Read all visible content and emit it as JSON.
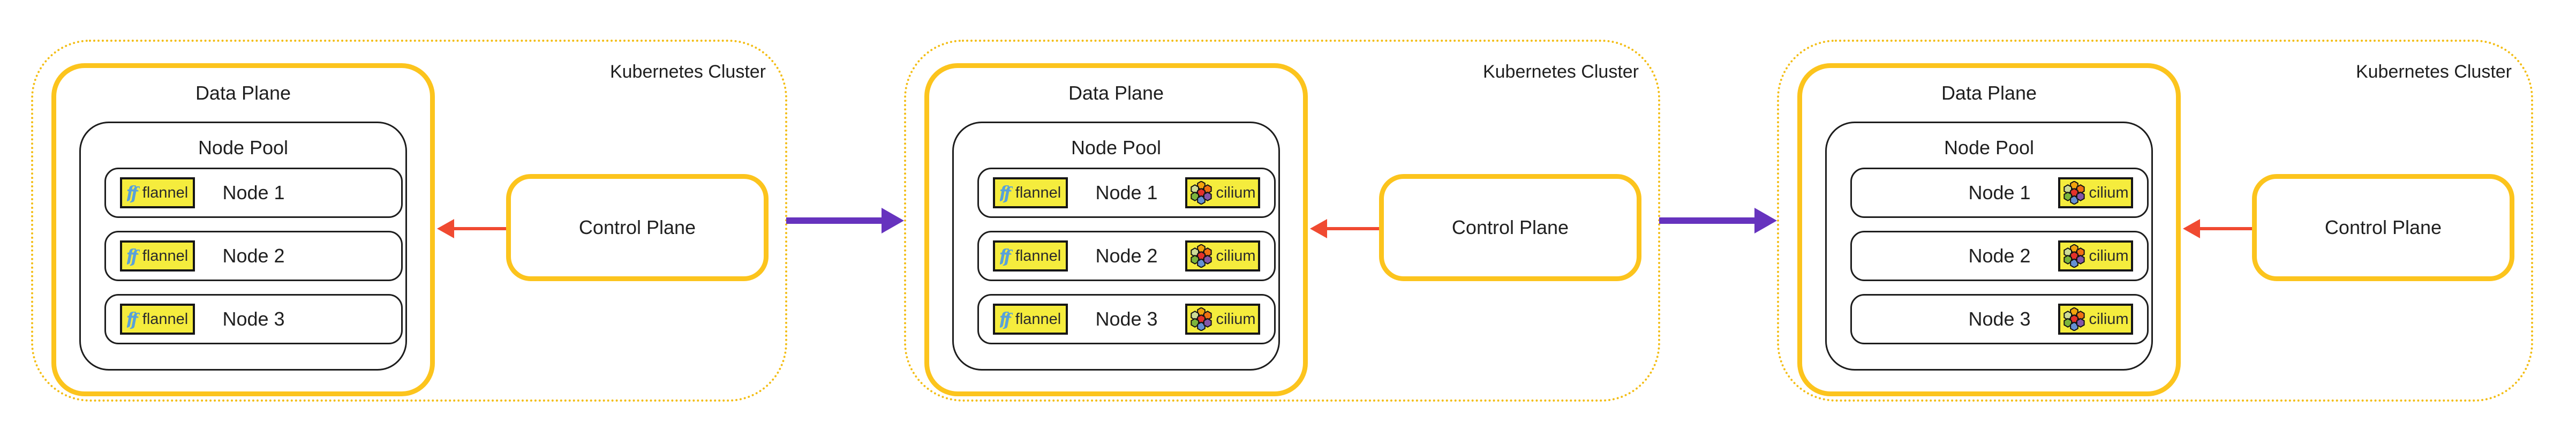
{
  "badges": {
    "flannel": "flannel",
    "cilium": "cilium"
  },
  "colors": {
    "gold": "#FCC41D",
    "dot": "#F3BD14",
    "badgeYellow": "#F5EC3D",
    "ink": "#202020",
    "line": "#1D1D1D",
    "red": "#F04A31",
    "purple": "#6633BE"
  },
  "clusters": [
    {
      "title": "Kubernetes Cluster",
      "data_plane_label": "Data Plane",
      "node_pool_label": "Node Pool",
      "control_plane_label": "Control Plane",
      "nodes": [
        {
          "label": "Node 1",
          "cni": [
            "flannel"
          ]
        },
        {
          "label": "Node 2",
          "cni": [
            "flannel"
          ]
        },
        {
          "label": "Node 3",
          "cni": [
            "flannel"
          ]
        }
      ]
    },
    {
      "title": "Kubernetes Cluster",
      "data_plane_label": "Data Plane",
      "node_pool_label": "Node Pool",
      "control_plane_label": "Control Plane",
      "nodes": [
        {
          "label": "Node 1",
          "cni": [
            "flannel",
            "cilium"
          ]
        },
        {
          "label": "Node 2",
          "cni": [
            "flannel",
            "cilium"
          ]
        },
        {
          "label": "Node 3",
          "cni": [
            "flannel",
            "cilium"
          ]
        }
      ]
    },
    {
      "title": "Kubernetes Cluster",
      "data_plane_label": "Data Plane",
      "node_pool_label": "Node Pool",
      "control_plane_label": "Control Plane",
      "nodes": [
        {
          "label": "Node 1",
          "cni": [
            "cilium"
          ]
        },
        {
          "label": "Node 2",
          "cni": [
            "cilium"
          ]
        },
        {
          "label": "Node 3",
          "cni": [
            "cilium"
          ]
        }
      ]
    }
  ]
}
